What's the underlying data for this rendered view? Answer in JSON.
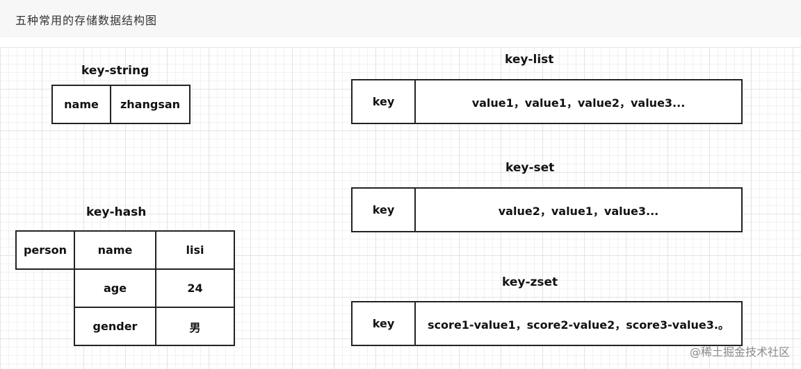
{
  "page_title": "五种常用的存储数据结构图",
  "diagrams": {
    "string": {
      "label": "key-string",
      "cells": [
        "name",
        "zhangsan"
      ]
    },
    "hash": {
      "label": "key-hash",
      "key": "person",
      "rows": [
        {
          "field": "name",
          "value": "lisi"
        },
        {
          "field": "age",
          "value": "24"
        },
        {
          "field": "gender",
          "value": "男"
        }
      ]
    },
    "list": {
      "label": "key-list",
      "key": "key",
      "value": "value1，value1，value2，value3..."
    },
    "set": {
      "label": "key-set",
      "key": "key",
      "value": "value2，value1，value3..."
    },
    "zset": {
      "label": "key-zset",
      "key": "key",
      "value": "score1-value1，score2-value2，score3-value3.。"
    }
  },
  "watermark": "@稀土掘金技术社区"
}
